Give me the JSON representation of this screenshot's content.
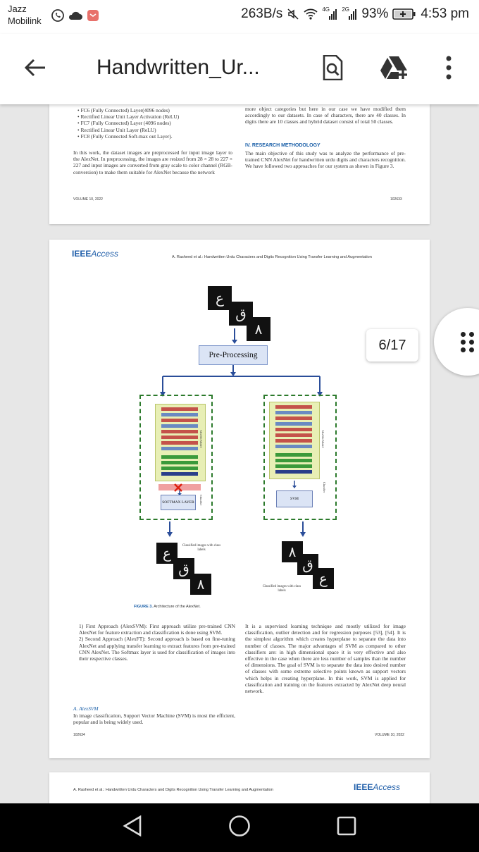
{
  "status_bar": {
    "carrier_line1": "Jazz",
    "carrier_line2": "Mobilink",
    "net_speed": "263B/s",
    "net1": "4G",
    "net2": "2G",
    "battery": "93%",
    "time": "4:53 pm"
  },
  "app_bar": {
    "title": "Handwritten_Ur...",
    "back_icon": "arrow-left-icon",
    "search_icon": "search-document-icon",
    "drive_icon": "add-to-drive-icon",
    "more_icon": "more-vertical-icon"
  },
  "page1": {
    "bullets": [
      "FC6 (Fully Connected) Layer(4096 nodes)",
      "Rectified Linear Unit Layer Activation (ReLU)",
      "FC7 (Fully Connected) Layer (4096 nodes)",
      "Rectified Linear Unit Layer (ReLU)",
      "FC8 (Fully Connected Soft-max out Layer)."
    ],
    "left_para": "In this work, the dataset images are preprocessed for input image layer to the AlexNet. In preprocessing, the images are resized from 28 × 28 to 227 × 227 and input images are converted from gray scale to color channel (RGB-conversion) to make them suitable for AlexNet because the network",
    "right_top": "more object categories but here in our case we have modified them accordingly to our datasets. In case of characters, there are 40 classes. In digits there are 10 classes and hybrid dataset consist of total 50 classes.",
    "section_title": "IV. RESEARCH METHODOLOGY",
    "right_para": "The main objective of this study was to analyze the performance of pre-trained CNN AlexNet for handwritten urdu digits and characters recognition. We have followed two approaches for our system as shown in Figure 3.",
    "footer_left": "VOLUME 10, 2022",
    "footer_right": "102633"
  },
  "page2": {
    "logo_bold": "IEEE",
    "logo_italic": "Access",
    "running_head": "A. Rasheed et al.: Handwritten Urdu Characters and Digits Recognition Using Transfer Learning and Augmentation",
    "figure": {
      "preprocessing_label": "Pre-Processing",
      "softmax_label": "SOFTMAX LAYER",
      "svm_label": "SVM",
      "model_label": "AlexNet Model",
      "classifier_label": "Classifier",
      "classified_label_1": "Classified images with class labels",
      "classified_label_2": "Classified images with class labels",
      "caption_bold": "FIGURE 3.",
      "caption_text": "Architecture of the AlexNet."
    },
    "list_items": [
      "1) First Approach (AlexSVM): First approach utilize pre-trained CNN AlexNet for feature extraction and classification is done using SVM.",
      "2) Second Approach (AlexFT): Second approach is based on fine-tuning AlexNet and applying transfer learning to extract features from pre-trained CNN AlexNet. The Softmax layer is used for classification of images into their respective classes."
    ],
    "subsection_title": "A. AlexSVM",
    "left_para": "In image classification, Support Vector Machine (SVM) is most the efficient, popular and is being widely used.",
    "right_para": "It is a supervised learning technique and mostly utilized for image classification, outlier detection and for regression purposes [53], [54]. It is the simplest algorithm which creates hyperplane to separate the data into number of classes. The major advantages of SVM as compared to other classifiers are: in high dimensional space it is very effective and also effective in the case when there are less number of samples than the number of dimensions. The goal of SVM is to separate the data into desired number of classes with some extreme selective points known as support vectors which helps in creating hyperplane. In this work, SVM is applied for classification and training on the features extracted by AlexNet deep neural network.",
    "footer_left": "102634",
    "footer_right": "VOLUME 10, 2022"
  },
  "page3": {
    "running_head": "A. Rasheed et al.: Handwritten Urdu Characters and Digits Recognition Using Transfer Learning and Augmentation",
    "logo_bold": "IEEE",
    "logo_italic": "Access"
  },
  "page_indicator": "6/17",
  "nav_bar": {
    "back_icon": "triangle-back-icon",
    "home_icon": "circle-home-icon",
    "recents_icon": "square-recents-icon"
  }
}
